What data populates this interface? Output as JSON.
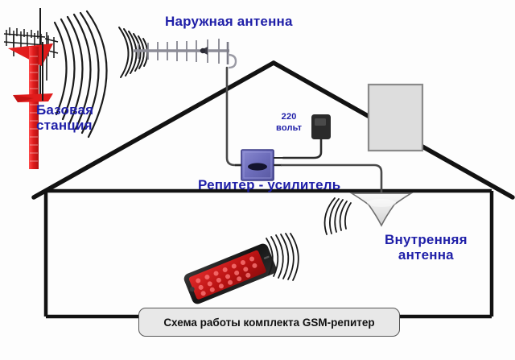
{
  "diagram": {
    "title": "Схема работы комплекта GSM-репитер",
    "background_color": "#fdfdfd",
    "label_color": "#1f1fa8",
    "labels": {
      "base_station": "Базовая\nстанция",
      "outdoor_antenna": "Наружная антенна",
      "repeater": "Репитер - усилитель",
      "indoor_antenna": "Внутренняя\nантенна",
      "voltage": "220\nвольт"
    },
    "elements": {
      "tower": {
        "name": "base-station-tower",
        "color": "#e01b1b",
        "detail_color": "#1a1a1a"
      },
      "outdoor_antenna": {
        "name": "yagi-antenna",
        "color": "#8c8c96",
        "elements_count": 9
      },
      "house": {
        "name": "house-outline",
        "color": "#121212",
        "stroke": 5
      },
      "chimney": {
        "name": "chimney",
        "fill": "#dddddd",
        "stroke": "#8a8a8a"
      },
      "repeater_box": {
        "name": "repeater-amplifier",
        "fill": "#6f6fbe",
        "stroke": "#3b3b86",
        "port_color": "#14142e"
      },
      "power_adapter": {
        "name": "power-adapter",
        "fill": "#2b2b2b"
      },
      "indoor_antenna": {
        "name": "dome-antenna",
        "fill": "#ededed",
        "stroke": "#6f6f6f"
      },
      "phone": {
        "name": "smartphone",
        "body_color": "#1a1a1a",
        "screen_color": "#c41414"
      },
      "cables": {
        "name": "coaxial-cable",
        "color": "#4a4a4a"
      },
      "signal_waves": {
        "name": "signal-waves",
        "color": "#1a1a1a",
        "arc_count": 6
      }
    }
  }
}
